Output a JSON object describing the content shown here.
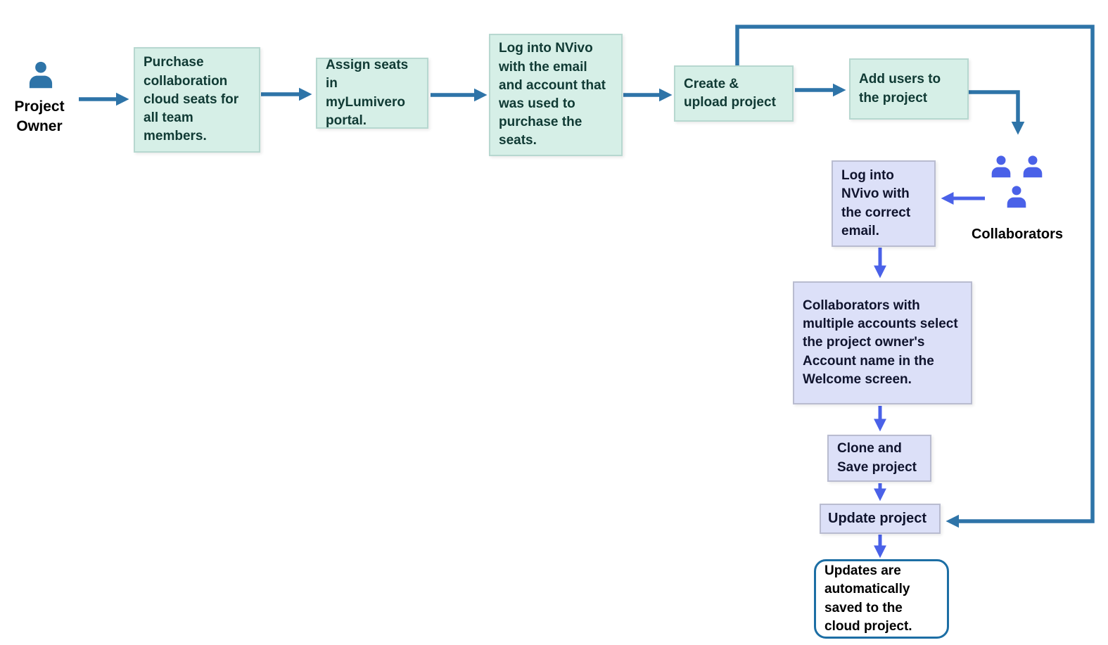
{
  "colors": {
    "owner_flow": "#2E74A8",
    "collab_flow": "#4A61E8",
    "mint_fill": "#D6EFE7",
    "mint_border": "#B7D8D0",
    "mint_text": "#103A34",
    "lav_fill": "#DCE0F8",
    "lav_border": "#B9BCD0",
    "lav_text": "#10142E",
    "end_border": "#1C6EA4"
  },
  "actors": {
    "owner": {
      "label": "Project Owner",
      "icon": "person-icon"
    },
    "collaborators": {
      "label": "Collaborators",
      "icon": "people-group-icon"
    }
  },
  "nodes": {
    "purchase": {
      "text": "Purchase collaboration cloud seats for all team members."
    },
    "assign": {
      "text": "Assign seats in myLumivero portal."
    },
    "login_owner": {
      "text": "Log into NVivo with the email and account that was used to purchase the seats."
    },
    "create_upload": {
      "text": "Create & upload project"
    },
    "add_users": {
      "text": "Add users to the project"
    },
    "login_collab": {
      "text": "Log into NVivo with the correct email."
    },
    "select_account": {
      "text": "Collaborators with multiple accounts select the project owner's Account name in the Welcome screen."
    },
    "clone_save": {
      "text": "Clone and Save project"
    },
    "update": {
      "text": "Update project"
    },
    "auto_save": {
      "text": "Updates are automatically saved to the cloud project."
    }
  }
}
